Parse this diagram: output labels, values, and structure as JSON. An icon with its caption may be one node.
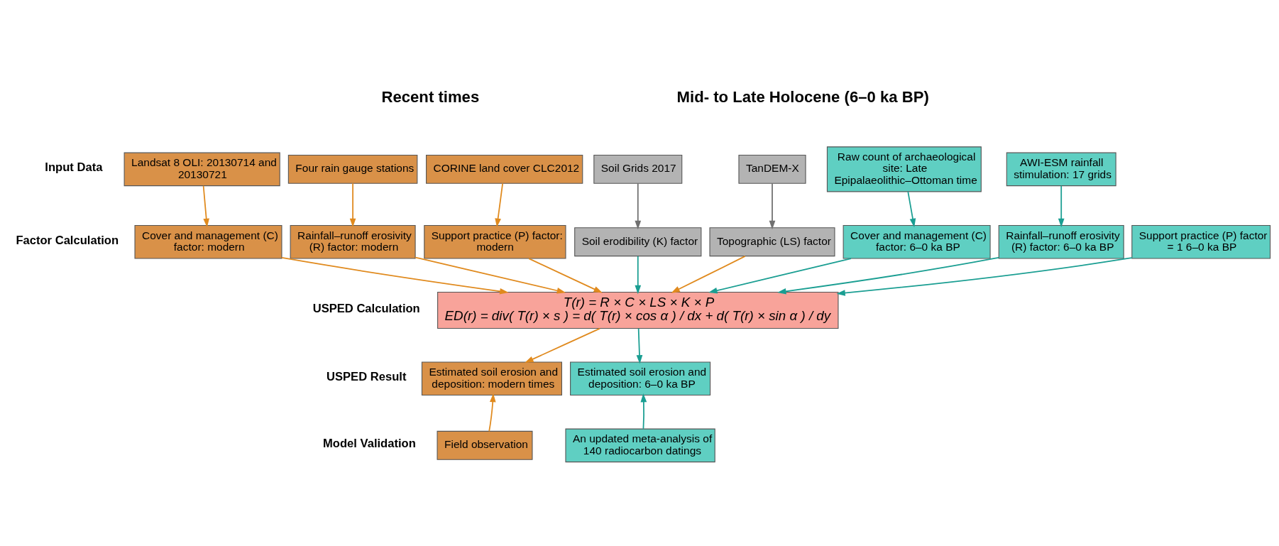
{
  "diagram": {
    "nodes": [
      {
        "text": [
          "Landsat 8 OLI: 20130714 and 20130721"
        ]
      },
      {
        "text": [
          "Four rain gauge stations"
        ]
      },
      {
        "text": [
          "CORINE land cover CLC2012"
        ]
      },
      {
        "text": [
          "Soil Grids 2017"
        ]
      },
      {
        "text": [
          "TanDEM-X"
        ]
      },
      {
        "text": [
          "Raw count of archaeological site: Late Epipalaeolithic–Ottoman time"
        ]
      },
      {
        "text": [
          "AWI-ESM rainfall stimulation: 17 grids"
        ]
      },
      {
        "text": [
          "Cover and management (C) factor: modern"
        ]
      },
      {
        "text": [
          "Rainfall–runoff erosivity (R) factor: modern"
        ]
      },
      {
        "text": [
          "Support practice (P) factor: modern"
        ]
      },
      {
        "text": [
          "Soil erodibility (K) factor"
        ]
      },
      {
        "text": [
          "Topographic (LS) factor"
        ]
      },
      {
        "text": [
          "Cover and management (C) factor: 6–0 ka BP"
        ]
      },
      {
        "text": [
          "Rainfall–runoff erosivity (R) factor: 6–0 ka BP"
        ]
      },
      {
        "text": [
          "Support practice (P) factor = 1 6–0 ka BP"
        ]
      },
      {
        "text": [
          "T(r) = R × C × LS × K × P",
          "ED(r) = div( T(r) × s ) = d( T(r) × cos α ) / dx + d( T(r) × sin α ) / dy"
        ]
      },
      {
        "text": [
          "Estimated soil erosion and deposition: modern times"
        ]
      },
      {
        "text": [
          "Estimated soil erosion and deposition: 6–0 ka BP"
        ]
      },
      {
        "text": [
          "Field observation"
        ]
      },
      {
        "text": [
          "An updated meta-analysis of 140 radiocarbon datings"
        ]
      }
    ],
    "edges": [
      {
        "from": 0,
        "to": 7,
        "arrow": "to"
      },
      {
        "from": 1,
        "to": 8,
        "arrow": "to"
      },
      {
        "from": 2,
        "to": 9,
        "arrow": "to"
      },
      {
        "from": 3,
        "to": 10,
        "arrow": "to",
        "color": "#707070"
      },
      {
        "from": 4,
        "to": 11,
        "arrow": "to",
        "color": "#707070"
      },
      {
        "from": 5,
        "to": 12,
        "arrow": "to",
        "color": "#1a9e92"
      },
      {
        "from": 6,
        "to": 13,
        "arrow": "to",
        "color": "#1a9e92"
      },
      {
        "from": 7,
        "to": 15,
        "arrow": "to"
      },
      {
        "from": 8,
        "to": 15,
        "arrow": "to"
      },
      {
        "from": 9,
        "to": 15,
        "arrow": "to"
      },
      {
        "from": 11,
        "to": 15,
        "arrow": "to"
      },
      {
        "from": 10,
        "to": 15,
        "arrow": "to",
        "color": "#1a9e92"
      },
      {
        "from": 12,
        "to": 15,
        "arrow": "to",
        "color": "#1a9e92"
      },
      {
        "from": 13,
        "to": 15,
        "arrow": "to",
        "color": "#1a9e92"
      },
      {
        "from": 14,
        "to": 15,
        "arrow": "to",
        "color": "#1a9e92"
      },
      {
        "from": 15,
        "to": 16,
        "arrow": "to"
      },
      {
        "from": 15,
        "to": 17,
        "arrow": "to",
        "color": "#1a9e92"
      },
      {
        "from": 18,
        "to": 16,
        "arrow": "to"
      },
      {
        "from": 19,
        "to": 17,
        "arrow": "to",
        "color": "#1a9e92"
      }
    ],
    "labels": [
      "Recent times",
      "Mid- to Late Holocene (6–0 ka BP)",
      "Input Data",
      "Factor Calculation",
      "USPED Calculation",
      "USPED Result",
      "Model Validation"
    ]
  }
}
